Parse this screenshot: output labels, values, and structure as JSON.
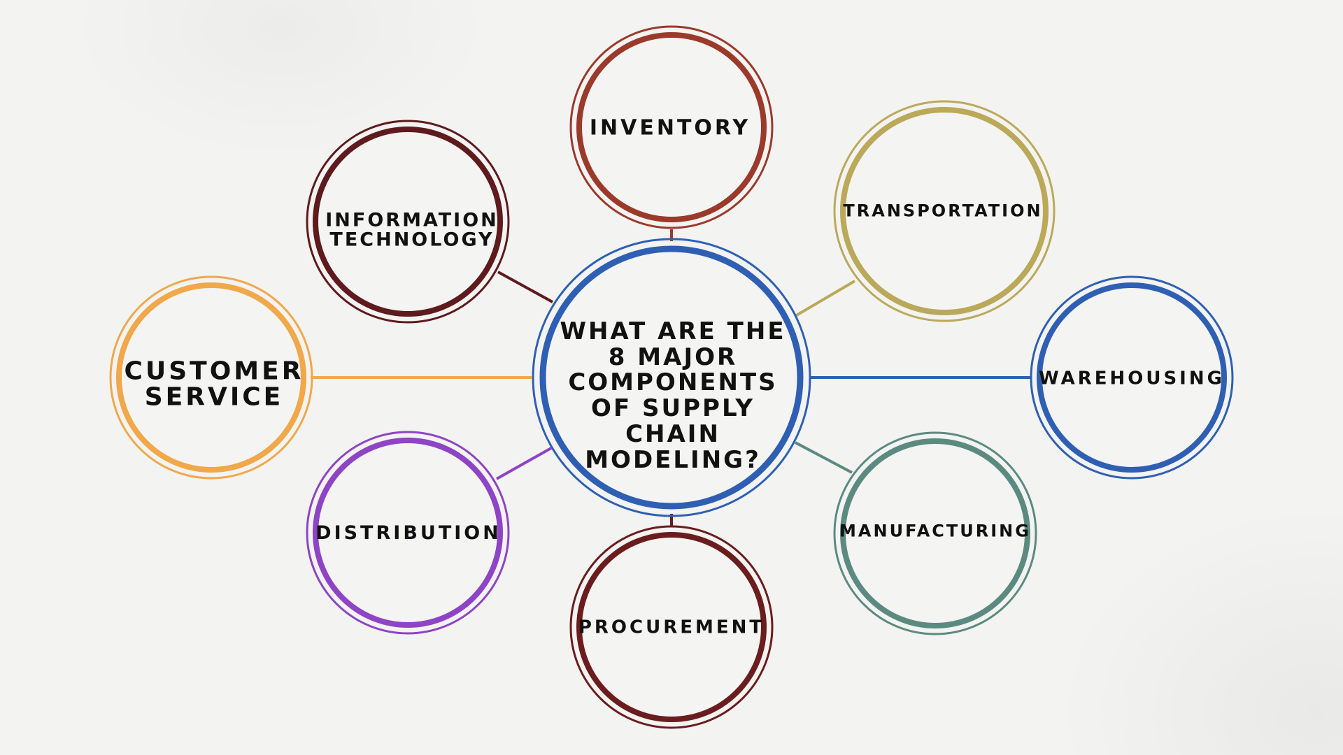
{
  "diagram": {
    "center": {
      "text": "WHAT ARE THE\n8 MAJOR\nCOMPONENTS\nOF SUPPLY\nCHAIN\nMODELING?",
      "color": "#2f5fb3"
    },
    "nodes": [
      {
        "id": "inventory",
        "text": "INVENTORY",
        "color": "#9b3a2a"
      },
      {
        "id": "transportation",
        "text": "TRANSPORTATION",
        "color": "#bba95a"
      },
      {
        "id": "warehousing",
        "text": "WAREHOUSING",
        "color": "#2f5fb3"
      },
      {
        "id": "manufacturing",
        "text": "MANUFACTURING",
        "color": "#5b8a80"
      },
      {
        "id": "procurement",
        "text": "PROCUREMENT",
        "color": "#6b1c1c"
      },
      {
        "id": "distribution",
        "text": "DISTRIBUTION",
        "color": "#8e44c4"
      },
      {
        "id": "customer-service",
        "text": "CUSTOMER\nSERVICE",
        "color": "#f0a84a"
      },
      {
        "id": "information-technology",
        "text": "INFORMATION\nTECHNOLOGY",
        "color": "#5e1a1c"
      }
    ]
  }
}
